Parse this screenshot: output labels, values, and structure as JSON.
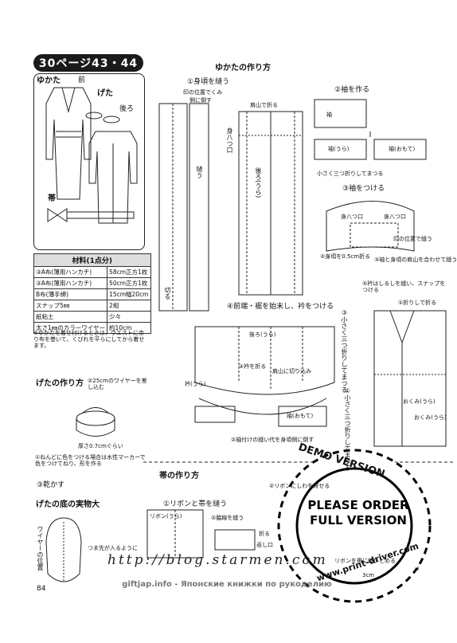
{
  "header": {
    "page_badge": "30ページ43・44"
  },
  "illustration": {
    "yukata_label": "ゆかた",
    "front_label": "前",
    "geta_label": "げた",
    "back_label": "後ろ",
    "obi_label": "帯"
  },
  "materials": {
    "title": "材料(1点分)",
    "rows": [
      [
        "③A布(薄用ハンカチ)",
        "58cm正方1枚"
      ],
      [
        "③A布(薄用ハンカチ)",
        "50cm正方1枚"
      ],
      [
        "B布(薄手綿)",
        "15cm幅20cm"
      ],
      [
        "スナップ5㎜",
        "2組"
      ],
      [
        "紙粘土",
        "少々"
      ],
      [
        "太さ1㎜のカラーワイヤー",
        "約10cm"
      ]
    ],
    "note": "※ゆかたを着せ付けるときは、ウエストに余り布を巻いて、くびれを平らにしてから着せます。"
  },
  "sections": {
    "yukata_title": "ゆかたの作り方",
    "geta_title": "げたの作り方",
    "geta_sole_title": "げたの底の実物大",
    "obi_title": "帯の作り方"
  },
  "yukata_steps": {
    "s1": "①身頃を縫う",
    "s5_mark": "印の位置でくみ",
    "s5_fold": "側に倒す",
    "shoulder_fold": "肩山で折る",
    "mihaguchi": "身八つ口",
    "s2": "②袖を作る",
    "sode": "袖",
    "sode_ura": "袖(うら)",
    "sode_omote": "袖(おもて)",
    "san_tsu_ori": "小さく三つ折りしてまつる",
    "s3": "③袖をつける",
    "mihaguchi_a": "身八つ口",
    "mihaguchi_b": "身八つ口",
    "s2_fold": "②身頃を0.5cm折る",
    "sode_shoulder": "③袖と身頃の肩山を合わせて縫う",
    "pos_sew": "印の位置で縫う",
    "s5": "⑤衿はしるしを縫い、スナップをつける",
    "s1_fold": "①折りしで折る",
    "s4": "④前端・裾を始末し、衿をつける",
    "ushiro": "後ろ(うら)",
    "migoro_ura": "後ろ(うら)",
    "eri_ori": "④衿を折る",
    "kata_cut": "肩山に切り込み",
    "sode_tsuke": "②袖付けの縫い代を身頃側に倒す",
    "eri_label": "衿(うら)",
    "sode_omote2": "袖(おもて)",
    "s3_ori": "③小さく三つ折りしてまつる",
    "s1_small": "①小さく三つ折りしてまつる",
    "okumi": "おくみ(うら)",
    "okumi2": "おくみ(うら)",
    "nui": "縫う",
    "kiru": "切る",
    "fold": "折る"
  },
  "geta_steps": {
    "s2": "②25cmのワイヤーを差し込む",
    "thickness": "厚さ0.7cmぐらい",
    "s1": "①ねんどに色をつける場合は水性マーカーで色をつけてねり、形を作る",
    "s3": "③乾かす",
    "wire_pos": "ワイヤーの位置",
    "tip": "つま先が入るように"
  },
  "obi_steps": {
    "s1": "①リボンと帯を縫う",
    "ribbon": "リボン(うら)",
    "s2": "②脇線を縫う",
    "s2r": "②リボンにしわを寄せる",
    "fold": "折る",
    "ribbon_band": "リボンを帯に縫いとめる",
    "cm3": "3cm",
    "back_ret": "返し口"
  },
  "page_number": "84",
  "watermark": {
    "blog_url": "http://blog.starmen.com",
    "footer": "giftjap.info - Японские книжки по рукоделию",
    "demo_version": "DEMO VERSION",
    "please_order": "PLEASE ORDER FULL VERSION",
    "print_driver": "www.print-driver.com"
  }
}
